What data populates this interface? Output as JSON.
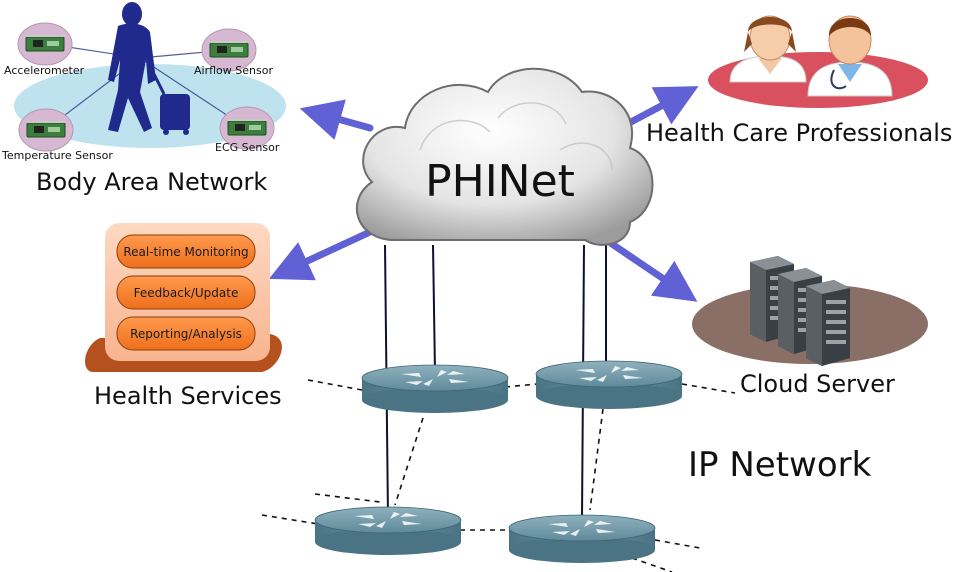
{
  "hub": {
    "label": "PHINet"
  },
  "body_area_network": {
    "label": "Body Area Network",
    "sensors": {
      "accelerometer": "Accelerometer",
      "airflow": "Airflow Sensor",
      "temperature": "Temperature Sensor",
      "ecg": "ECG Sensor"
    }
  },
  "health_services": {
    "label": "Health Services",
    "items": [
      "Real-time Monitoring",
      "Feedback/Update",
      "Reporting/Analysis"
    ]
  },
  "health_care_professionals": {
    "label": "Health Care Professionals"
  },
  "cloud_server": {
    "label": "Cloud Server"
  },
  "ip_network": {
    "label": "IP Network"
  },
  "colors": {
    "arrow": "#5b5bd6",
    "router": "#5f8a9a",
    "service_box": "#f57f2a",
    "pro_platform": "#d9505e",
    "server_platform": "#8a6f66",
    "ban_platform": "#bfe3ee"
  }
}
